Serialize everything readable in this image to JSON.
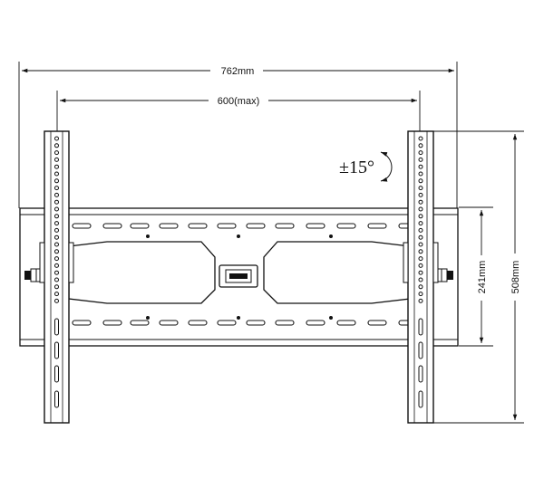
{
  "dimensions": {
    "overall_width": "762mm",
    "max_spacing": "600(max)",
    "rail_height": "508mm",
    "plate_height": "241mm"
  },
  "tilt": {
    "label": "±15°"
  }
}
